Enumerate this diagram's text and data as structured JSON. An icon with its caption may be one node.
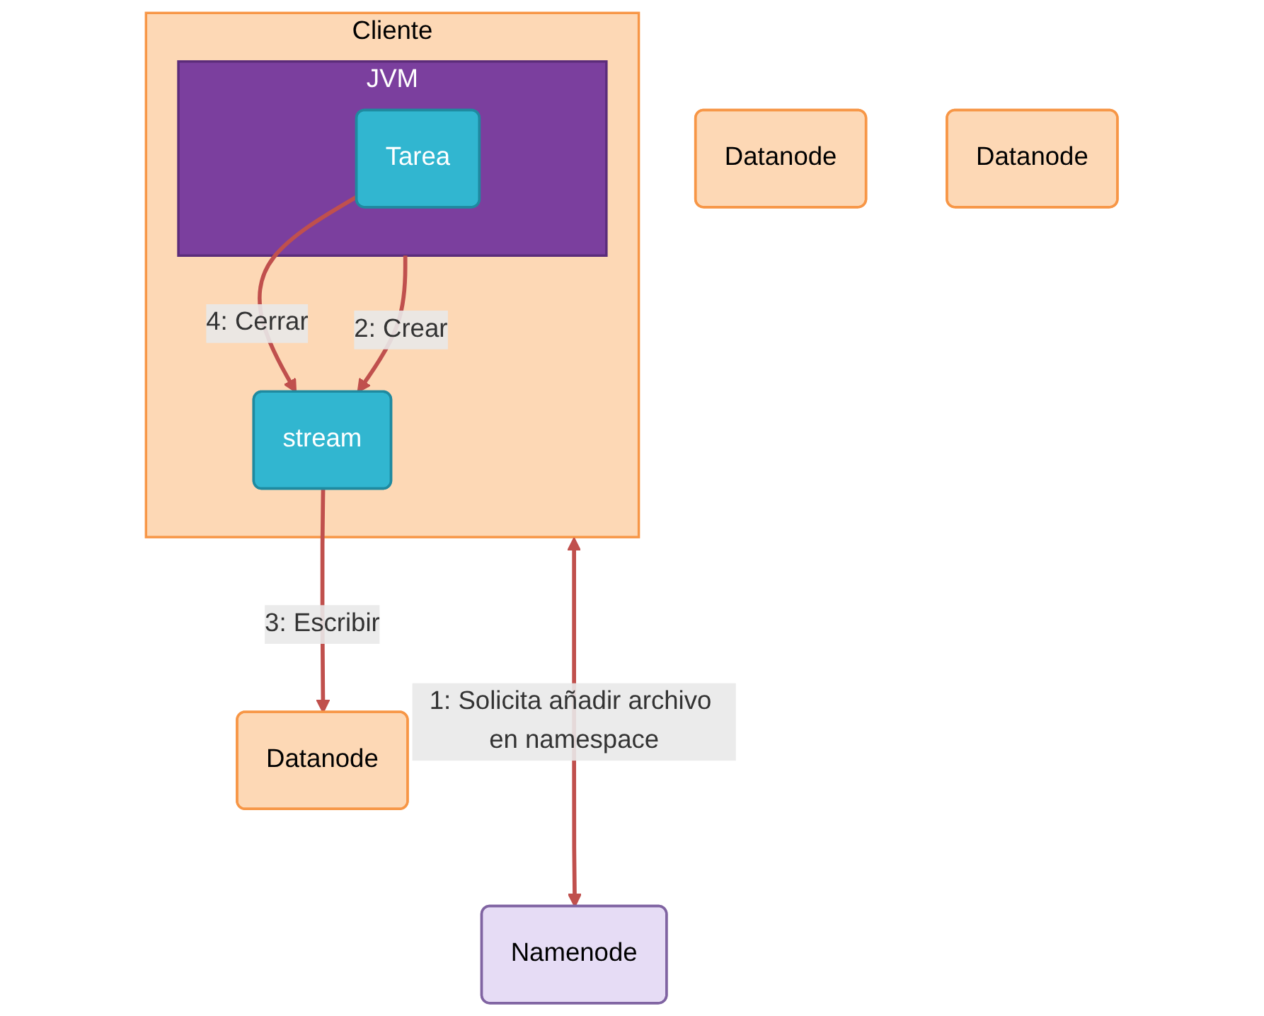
{
  "diagram": {
    "nodes": [
      {
        "text": [
          "Cliente"
        ]
      },
      {
        "text": [
          "JVM"
        ],
        "in": 0
      },
      {
        "text": [
          "Tarea"
        ],
        "in": 1
      },
      {
        "text": [
          "stream"
        ],
        "in": 0
      },
      {
        "text": [
          "Namenode"
        ]
      },
      {
        "text": [
          "Datanode"
        ]
      },
      {
        "text": [
          "Datanode"
        ]
      },
      {
        "text": [
          "Datanode"
        ]
      }
    ],
    "edges": [
      {
        "from": 0,
        "to": 4,
        "arrow": "both",
        "label": "1: Solicita añadir archivo en namespace"
      },
      {
        "from": 1,
        "to": 3,
        "arrow": "to",
        "label": "2: Crear"
      },
      {
        "from": 3,
        "to": 6,
        "arrow": "to",
        "label": "3: Escribir"
      },
      {
        "from": 2,
        "to": 3,
        "arrow": "to",
        "label": "4: Cerrar"
      }
    ]
  }
}
